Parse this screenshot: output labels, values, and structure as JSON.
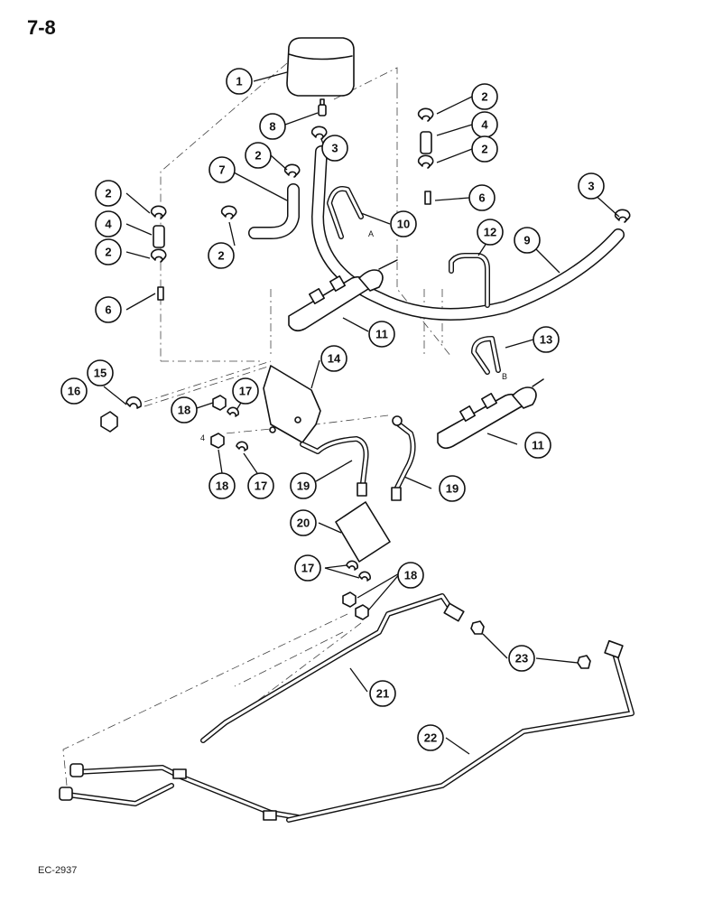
{
  "page_label": "7-8",
  "footer_code": "EC-2937",
  "letters": {
    "a": "A",
    "b": "B",
    "four": "4"
  },
  "callouts": [
    {
      "id": "c1",
      "label": "1"
    },
    {
      "id": "c2a",
      "label": "2"
    },
    {
      "id": "c4a",
      "label": "4"
    },
    {
      "id": "c2b",
      "label": "2"
    },
    {
      "id": "c8",
      "label": "8"
    },
    {
      "id": "c3a",
      "label": "3"
    },
    {
      "id": "c2c",
      "label": "2"
    },
    {
      "id": "c7",
      "label": "7"
    },
    {
      "id": "c6a",
      "label": "6"
    },
    {
      "id": "c3b",
      "label": "3"
    },
    {
      "id": "c2d",
      "label": "2"
    },
    {
      "id": "c4b",
      "label": "4"
    },
    {
      "id": "c2e",
      "label": "2"
    },
    {
      "id": "c2f",
      "label": "2"
    },
    {
      "id": "c10",
      "label": "10"
    },
    {
      "id": "c12",
      "label": "12"
    },
    {
      "id": "c9",
      "label": "9"
    },
    {
      "id": "c6b",
      "label": "6"
    },
    {
      "id": "c11a",
      "label": "11"
    },
    {
      "id": "c13",
      "label": "13"
    },
    {
      "id": "c14",
      "label": "14"
    },
    {
      "id": "c15",
      "label": "15"
    },
    {
      "id": "c16",
      "label": "16"
    },
    {
      "id": "c18a",
      "label": "18"
    },
    {
      "id": "c17a",
      "label": "17"
    },
    {
      "id": "c18b",
      "label": "18"
    },
    {
      "id": "c17b",
      "label": "17"
    },
    {
      "id": "c11b",
      "label": "11"
    },
    {
      "id": "c19a",
      "label": "19"
    },
    {
      "id": "c19b",
      "label": "19"
    },
    {
      "id": "c20",
      "label": "20"
    },
    {
      "id": "c17c",
      "label": "17"
    },
    {
      "id": "c18c",
      "label": "18"
    },
    {
      "id": "c23",
      "label": "23"
    },
    {
      "id": "c21",
      "label": "21"
    },
    {
      "id": "c22",
      "label": "22"
    }
  ]
}
